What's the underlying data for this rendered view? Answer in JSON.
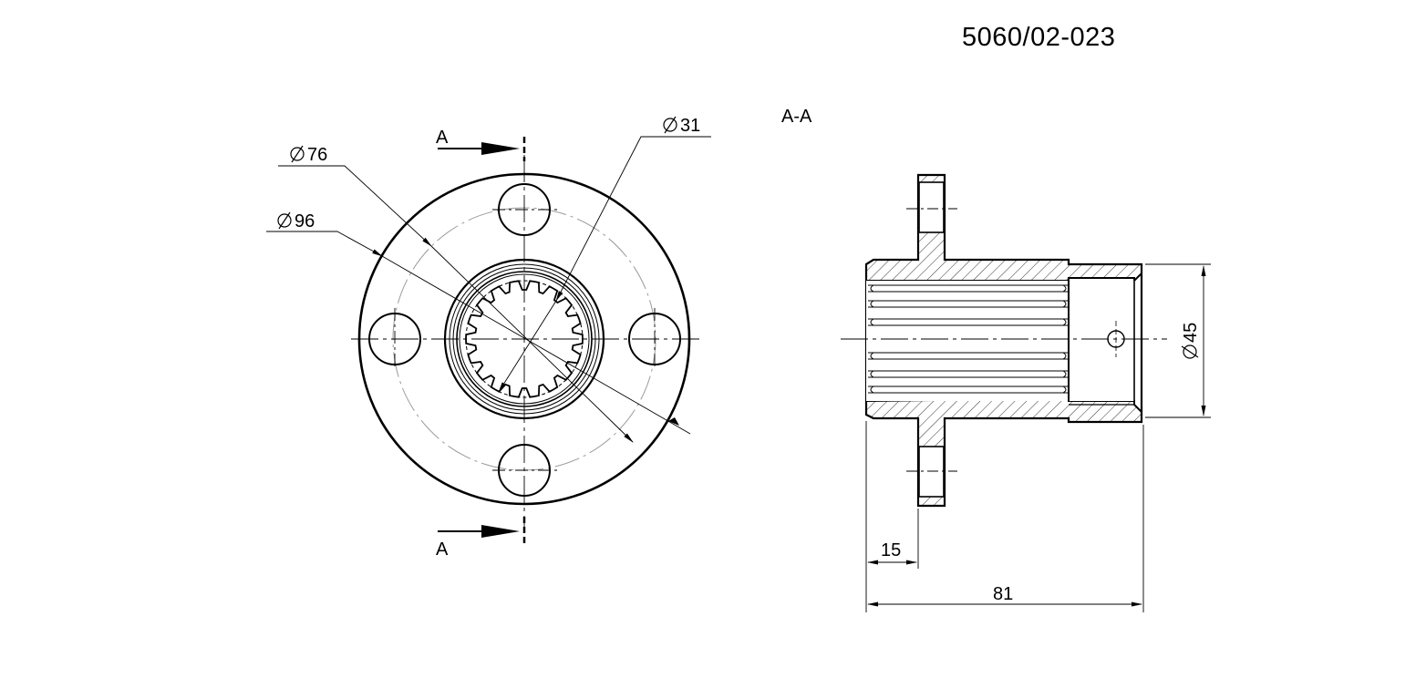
{
  "drawing": {
    "part_number": "5060/02-023",
    "section_title": "A-A",
    "section_marker_top": "A",
    "section_marker_bottom": "A",
    "front_view": {
      "dim_pitch_circle": "76",
      "dim_outer": "96",
      "dim_bore": "31",
      "bolt_holes": 4,
      "spline_teeth": 18
    },
    "section_view": {
      "dim_diameter": "45",
      "dim_flange_offset": "15",
      "dim_overall_length": "81"
    }
  }
}
